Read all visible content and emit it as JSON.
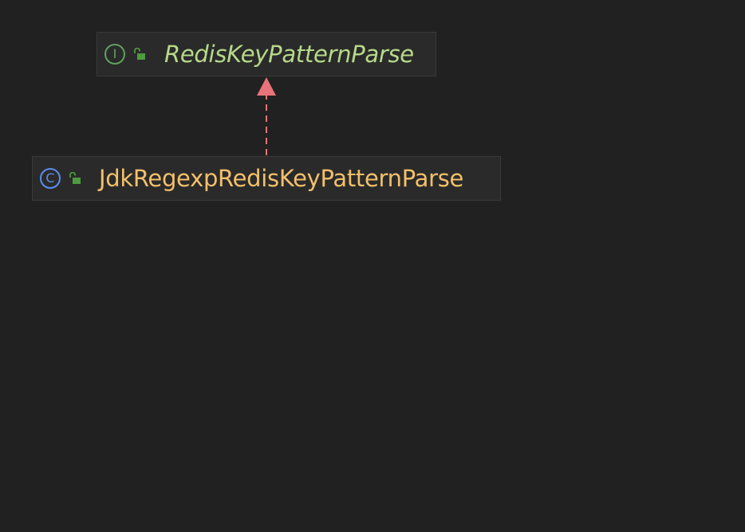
{
  "diagram": {
    "nodes": [
      {
        "id": "interface",
        "kind": "interface",
        "kind_icon_label": "I",
        "kind_icon_color": "#5fa15f",
        "visibility_icon": "unlocked-padlock-icon",
        "name": "RedisKeyPatternParse",
        "name_color": "#b6d98a",
        "italic": true
      },
      {
        "id": "class",
        "kind": "class",
        "kind_icon_label": "C",
        "kind_icon_color": "#5b8df0",
        "visibility_icon": "unlocked-padlock-icon",
        "name": "JdkRegexpRedisKeyPatternParse",
        "name_color": "#f3c06b",
        "italic": false
      }
    ],
    "edges": [
      {
        "from": "class",
        "to": "interface",
        "relation": "implements",
        "line_style": "dashed",
        "arrow_color": "#e8737a"
      }
    ]
  },
  "colors": {
    "background": "#212121",
    "node_fill": "#2a2a2a",
    "node_border": "#3a3a3a",
    "lock_color": "#4e9a3e"
  }
}
